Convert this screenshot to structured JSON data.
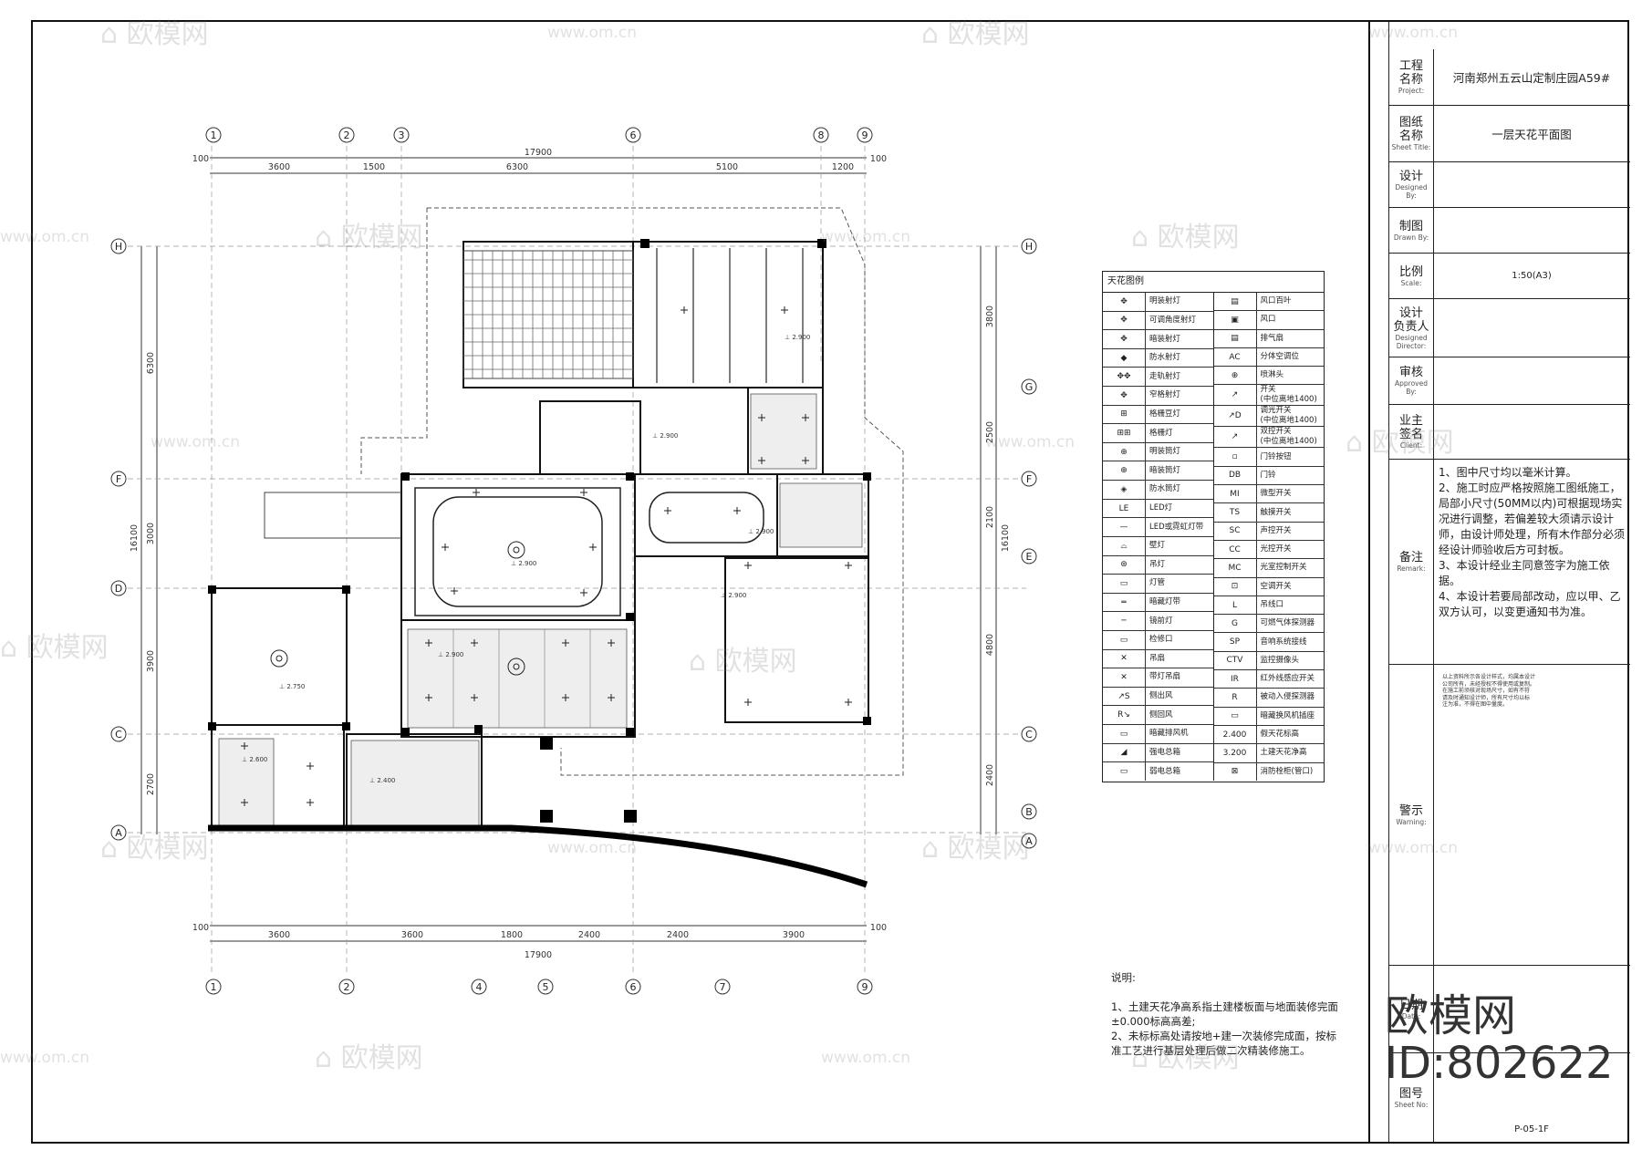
{
  "drawing": {
    "top_dims": [
      "3600",
      "1500",
      "6300",
      "5100",
      "1200"
    ],
    "top_total": "17900",
    "bottom_dims": [
      "3600",
      "3600",
      "1800",
      "2400",
      "2400",
      "3900"
    ],
    "bottom_total": "17900",
    "edge_dim": "100",
    "top_axes": [
      "1",
      "2",
      "3",
      "6",
      "8",
      "9"
    ],
    "bottom_axes": [
      "1",
      "2",
      "4",
      "5",
      "6",
      "7",
      "9"
    ],
    "left_axes": [
      "H",
      "F",
      "D",
      "C",
      "A"
    ],
    "right_axes": [
      "H",
      "G",
      "F",
      "E",
      "C",
      "B",
      "A"
    ],
    "left_dims": [
      "6300",
      "3000",
      "3900",
      "2700"
    ],
    "left_total": "16100",
    "right_dims": [
      "3800",
      "2500",
      "2100",
      "4800",
      "2400"
    ],
    "right_total": "16100",
    "heights": [
      "2.900",
      "2.900",
      "2.900",
      "2.900",
      "2.900",
      "2.900",
      "2.750",
      "2.400",
      "2.600"
    ]
  },
  "legend": {
    "title": "天花图例",
    "left": [
      {
        "sym": "✥",
        "label": "明装射灯"
      },
      {
        "sym": "✥",
        "label": "可调角度射灯"
      },
      {
        "sym": "✥",
        "label": "暗装射灯"
      },
      {
        "sym": "◆",
        "label": "防水射灯"
      },
      {
        "sym": "✥✥",
        "label": "走轨射灯"
      },
      {
        "sym": "✥",
        "label": "窄格射灯"
      },
      {
        "sym": "⊞",
        "label": "格栅豆灯"
      },
      {
        "sym": "⊞⊞",
        "label": "格栅灯"
      },
      {
        "sym": "⊕",
        "label": "明装筒灯"
      },
      {
        "sym": "⊕",
        "label": "暗装筒灯"
      },
      {
        "sym": "◈",
        "label": "防水筒灯"
      },
      {
        "sym": "LE",
        "label": "LED灯"
      },
      {
        "sym": "—",
        "label": "LED或霓虹灯带"
      },
      {
        "sym": "⌓",
        "label": "壁灯"
      },
      {
        "sym": "⊛",
        "label": "吊灯"
      },
      {
        "sym": "▭",
        "label": "灯管"
      },
      {
        "sym": "═",
        "label": "暗藏灯带"
      },
      {
        "sym": "─",
        "label": "镜前灯"
      },
      {
        "sym": "▭",
        "label": "检修口"
      },
      {
        "sym": "✕",
        "label": "吊扇"
      },
      {
        "sym": "✕",
        "label": "带灯吊扇"
      },
      {
        "sym": "↗S",
        "label": "侧出风"
      },
      {
        "sym": "R↘",
        "label": "侧回风"
      },
      {
        "sym": "▭",
        "label": "暗藏排风机"
      },
      {
        "sym": "◢",
        "label": "强电总箱"
      },
      {
        "sym": "▭",
        "label": "弱电总箱"
      }
    ],
    "right": [
      {
        "sym": "▤",
        "label": "风口百叶"
      },
      {
        "sym": "▣",
        "label": "风口"
      },
      {
        "sym": "▤",
        "label": "排气扇"
      },
      {
        "sym": "AC",
        "label": "分体空调位"
      },
      {
        "sym": "⊕",
        "label": "喷淋头"
      },
      {
        "sym": "↗",
        "label": "开关\n(中位离地1400)"
      },
      {
        "sym": "↗D",
        "label": "调光开关\n(中位离地1400)"
      },
      {
        "sym": "↗",
        "label": "双控开关\n(中位离地1400)"
      },
      {
        "sym": "▫",
        "label": "门铃按钮"
      },
      {
        "sym": "DB",
        "label": "门铃"
      },
      {
        "sym": "MI",
        "label": "微型开关"
      },
      {
        "sym": "TS",
        "label": "触摸开关"
      },
      {
        "sym": "SC",
        "label": "声控开关"
      },
      {
        "sym": "CC",
        "label": "光控开关"
      },
      {
        "sym": "MC",
        "label": "光室控制开关"
      },
      {
        "sym": "⊡",
        "label": "空调开关"
      },
      {
        "sym": "L",
        "label": "吊线口"
      },
      {
        "sym": "G",
        "label": "可燃气体探测器"
      },
      {
        "sym": "SP",
        "label": "音响系统接线"
      },
      {
        "sym": "CTV",
        "label": "监控摄像头"
      },
      {
        "sym": "IR",
        "label": "红外线感应开关"
      },
      {
        "sym": "R",
        "label": "被动入侵探测器"
      },
      {
        "sym": "▭",
        "label": "暗藏换风机插座"
      },
      {
        "sym": "2.400",
        "label": "假天花标高"
      },
      {
        "sym": "3.200",
        "label": "土建天花净高"
      },
      {
        "sym": "⊠",
        "label": "消防栓柜(管口)"
      }
    ]
  },
  "notes": {
    "heading": "说明:",
    "items": "1、土建天花净高系指土建楼板面与地面装修完面±0.000标高高差;\n2、未标标高处请按地+建一次装修完成面，按标准工艺进行基层处理后做二次精装修施工。"
  },
  "titleblock": {
    "project_zh": "工程\n名称",
    "project_en": "Project:",
    "project_val": "河南郑州五云山定制庄园A59#",
    "sheet_zh": "图纸\n名称",
    "sheet_en": "Sheet Title:",
    "sheet_val": "一层天花平面图",
    "design_zh": "设计",
    "design_en": "Designed By:",
    "drawn_zh": "制图",
    "drawn_en": "Drawn By:",
    "scale_zh": "比例",
    "scale_en": "Scale:",
    "scale_val": "1:50(A3)",
    "director_zh": "设计\n负责人",
    "director_en": "Designed Director:",
    "approved_zh": "审核",
    "approved_en": "Approved By:",
    "client_zh": "业主\n签名",
    "client_en": "Client:",
    "remark_zh": "备注",
    "remark_en": "Remark:",
    "remark_text": "1、图中尺寸均以毫米计算。\n2、施工时应严格按照施工图纸施工，局部小尺寸(50MM以内)可根据现场实况进行调整，若偏差较大须请示设计师，由设计师处理，所有木作部分必须经设计师验收后方可封板。\n3、本设计经业主同意签字为施工依据。\n4、本设计若要局部改动，应以甲、乙双方认可，以变更通知书为准。",
    "warning_zh": "警示",
    "warning_en": "Warning:",
    "warning_text": "以上资料所示各设计样式，均属本设计\n公司所有，未经授权不得使用或复制。\n在施工前须核对现场尺寸，如有不符\n请及时通知设计师，所有尺寸均以标\n注为准，不得在图中量度。",
    "date_zh": "日期",
    "date_en": "Date:",
    "sheetno_zh": "图号",
    "sheetno_en": "Sheet No:",
    "sheetno_val": "P-05-1F"
  },
  "watermark": {
    "brand": "欧模网",
    "url": "www.om.cn",
    "id": "ID:802622"
  }
}
